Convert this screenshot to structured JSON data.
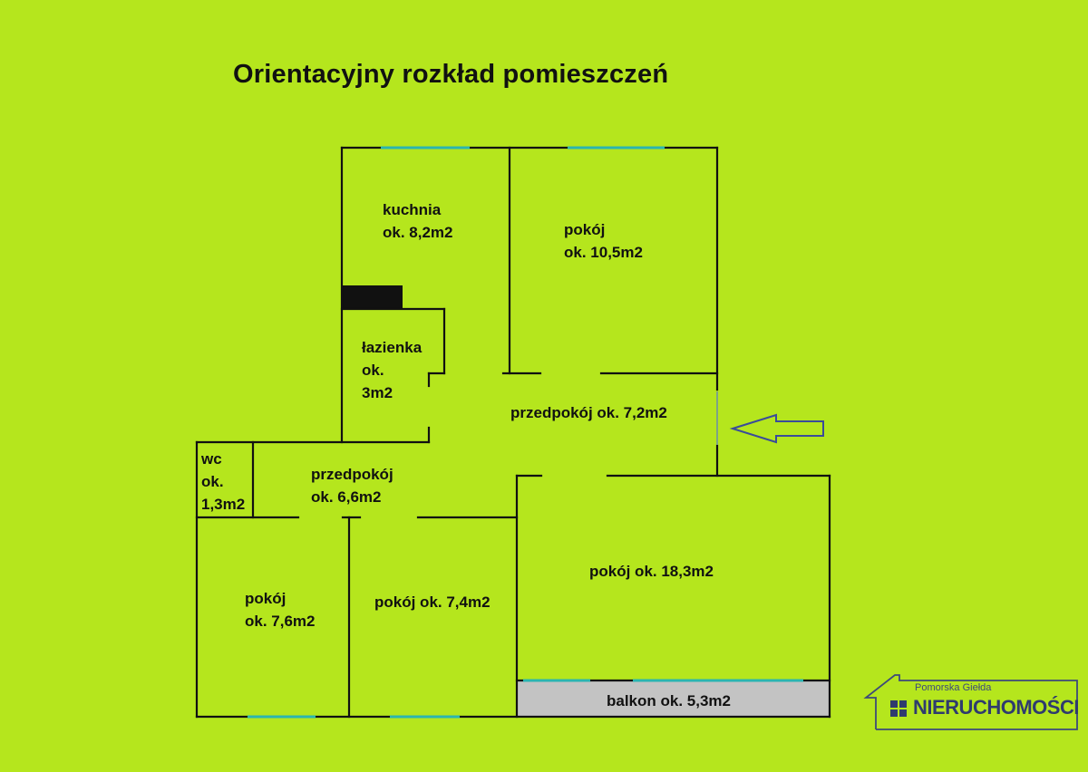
{
  "title": "Orientacyjny rozkład pomieszczeń",
  "colors": {
    "background": "#b5e61d",
    "walls": "#111111",
    "windows": "#2bb5b0",
    "balcony": "#c3c3c3",
    "arrow": "#3a4b9a",
    "logo": "#3d4a7a"
  },
  "rooms": {
    "kuchnia": {
      "name": "kuchnia",
      "area": "ok. 8,2m2"
    },
    "pokoj_top": {
      "name": "pokój",
      "area": "ok. 10,5m2"
    },
    "lazienka": {
      "name": "łazienka",
      "area_1": "ok.",
      "area_2": "3m2"
    },
    "przedpokoj_main": {
      "text": "przedpokój ok. 7,2m2"
    },
    "wc": {
      "name": "wc",
      "area_1": "ok.",
      "area_2": "1,3m2"
    },
    "przedpokoj_small": {
      "name": "przedpokój",
      "area": "ok. 6,6m2"
    },
    "pokoj_left": {
      "name": "pokój",
      "area": "ok. 7,6m2"
    },
    "pokoj_mid": {
      "text": "pokój ok. 7,4m2"
    },
    "pokoj_big": {
      "text": "pokój ok. 18,3m2"
    },
    "balkon": {
      "text": "balkon ok. 5,3m2"
    }
  },
  "entrance_arrow": "arrow-left-icon",
  "logo": {
    "line1": "Pomorska Giełda",
    "line2": "NIERUCHOMOŚCI",
    "icon": "house-outline-icon"
  }
}
